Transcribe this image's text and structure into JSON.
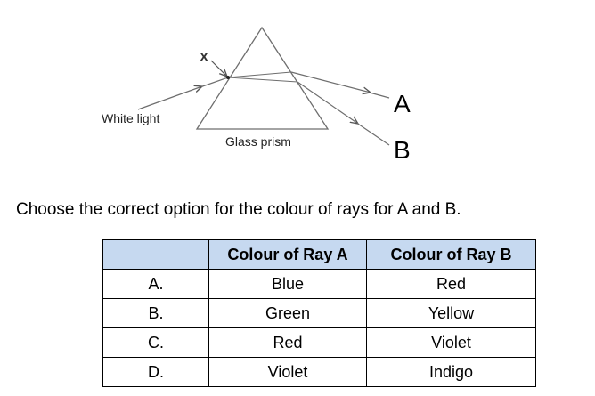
{
  "diagram": {
    "labels": {
      "incident": "White light",
      "point": "X",
      "prism": "Glass prism",
      "ray_a": "A",
      "ray_b": "B"
    },
    "colors": {
      "line": "#6e6e6e",
      "text": "#222222"
    }
  },
  "question": "Choose the correct option for the colour of rays for A and B.",
  "table": {
    "header_color": "#c6d9f0",
    "headers": [
      "",
      "Colour of Ray A",
      "Colour of Ray B"
    ],
    "rows": [
      {
        "option": "A.",
        "ray_a": "Blue",
        "ray_b": "Red"
      },
      {
        "option": "B.",
        "ray_a": "Green",
        "ray_b": "Yellow"
      },
      {
        "option": "C.",
        "ray_a": "Red",
        "ray_b": "Violet"
      },
      {
        "option": "D.",
        "ray_a": "Violet",
        "ray_b": "Indigo"
      }
    ]
  }
}
